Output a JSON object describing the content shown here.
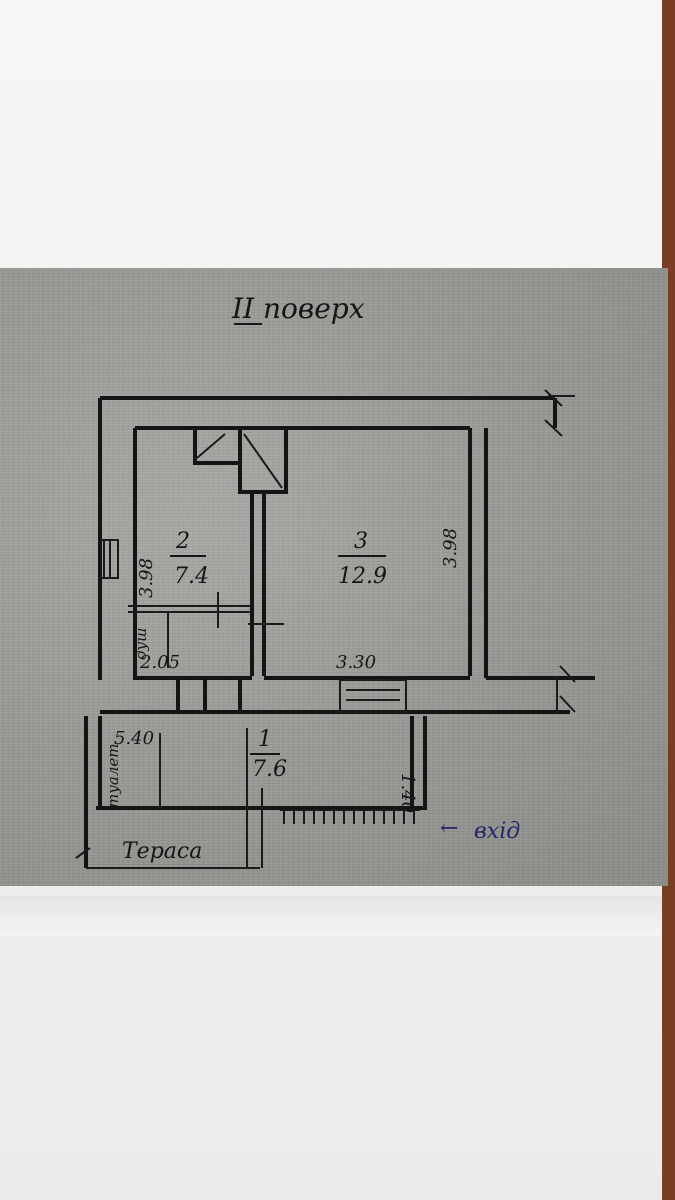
{
  "document": {
    "title": "II поверх",
    "rooms": [
      {
        "number": "2",
        "area": "7.4"
      },
      {
        "number": "3",
        "area": "12.9"
      },
      {
        "number": "1",
        "area": "7.6"
      }
    ],
    "dimensions": {
      "room2_height": "3.98",
      "room3_height": "3.98",
      "room2_width": "2.05",
      "room3_width": "3.30",
      "room1_width": "5.40",
      "room1_height": "1.40"
    },
    "labels": {
      "shower": "душ",
      "toilet": "туалет",
      "terrace": "Тераса",
      "entrance": "вхід",
      "entrance_arrow": "←"
    }
  }
}
